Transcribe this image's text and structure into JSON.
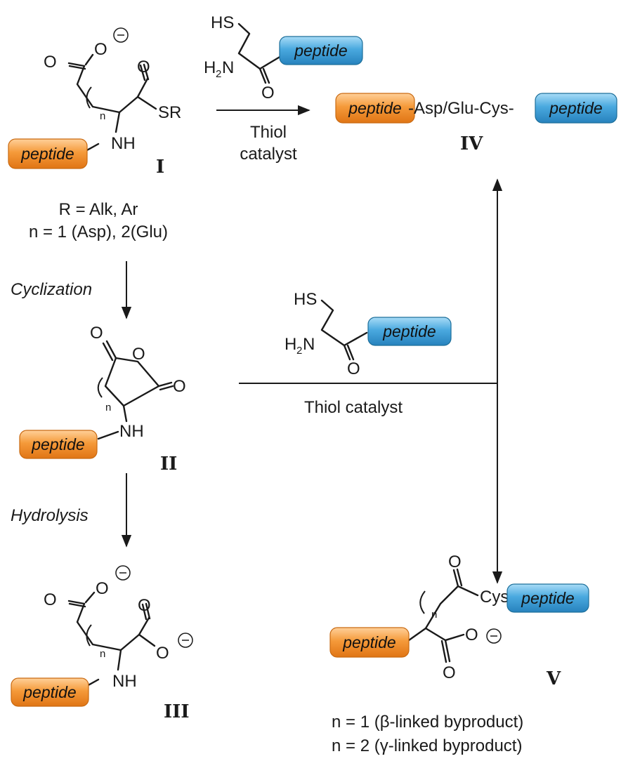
{
  "tags": {
    "peptide": "peptide"
  },
  "atoms": {
    "O": "O",
    "S_R": "SR",
    "N_H": "NH",
    "H_S": "HS",
    "H": "H",
    "N": "N",
    "two": "2",
    "n": "n",
    "cys": "Cys"
  },
  "compounds": {
    "I": {
      "label": "I",
      "r_def": "R = Alk, Ar",
      "n_def": "n = 1 (Asp), 2(Glu)"
    },
    "II": {
      "label": "II"
    },
    "III": {
      "label": "III"
    },
    "IV": {
      "label": "IV",
      "core": "-Asp/Glu-Cys-"
    },
    "V": {
      "label": "V",
      "n1": "n = 1 (β-linked byproduct)",
      "n2": "n = 2 (γ-linked byproduct)"
    }
  },
  "arrows": {
    "top": {
      "line1": "Thiol",
      "line2": "catalyst"
    },
    "middle": {
      "text": "Thiol catalyst"
    },
    "cyclization": "Cyclization",
    "hydrolysis": "Hydrolysis"
  },
  "colors": {
    "peptide_left": "#f08a24",
    "peptide_right": "#3d9fd6"
  }
}
